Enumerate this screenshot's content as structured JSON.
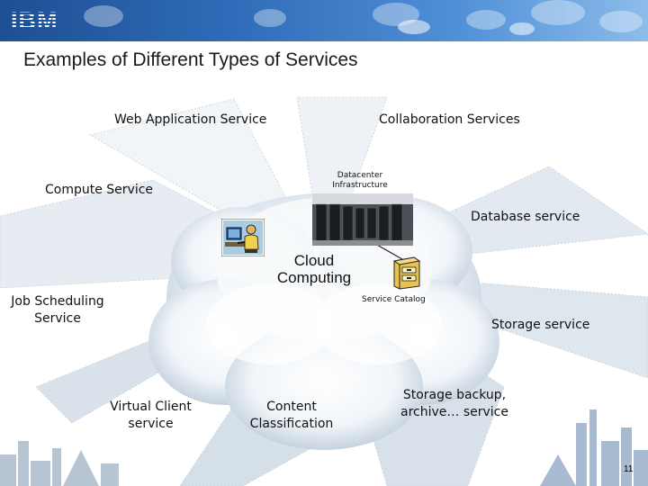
{
  "header": {
    "logo_text": "IBM"
  },
  "title": "Examples of Different Types of Services",
  "center": {
    "cloud_label_line1": "Cloud",
    "cloud_label_line2": "Computing",
    "datacenter_line1": "Datacenter",
    "datacenter_line2": "Infrastructure",
    "service_catalog": "Service Catalog"
  },
  "services": {
    "web_application": "Web Application Service",
    "collaboration": "Collaboration Services",
    "compute": "Compute Service",
    "database": "Database service",
    "job_scheduling_line1": "Job Scheduling",
    "job_scheduling_line2": "Service",
    "storage": "Storage service",
    "virtual_client_line1": "Virtual Client",
    "virtual_client_line2": "service",
    "content_line1": "Content",
    "content_line2": "Classification",
    "storage_backup_line1": "Storage backup,",
    "storage_backup_line2": "archive… service"
  },
  "footer": {
    "slide_number": "11"
  },
  "colors": {
    "header_dark": "#1d4f93",
    "header_light": "#8cbcea",
    "ray_light": "#e9eff5",
    "ray_dark": "#b7c8d8"
  }
}
